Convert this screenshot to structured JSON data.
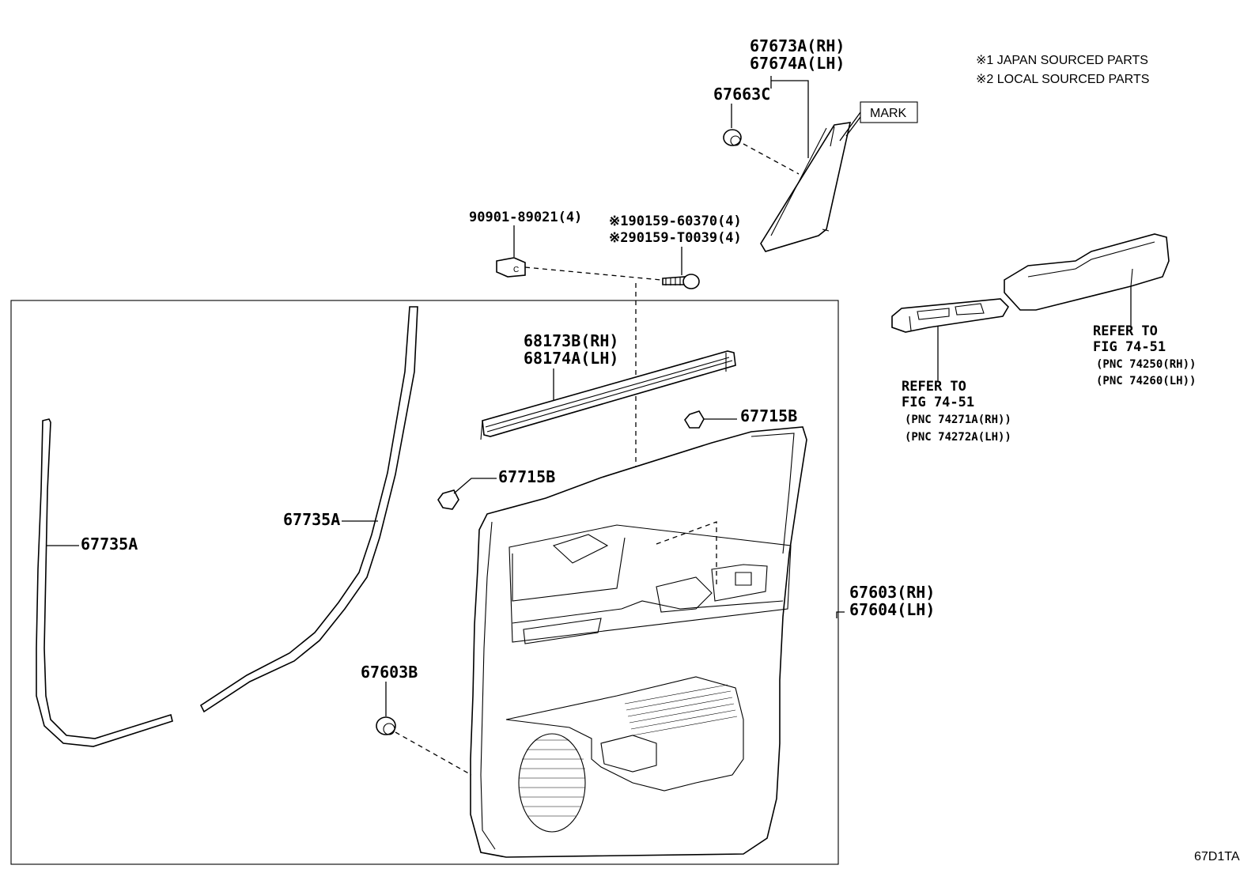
{
  "notes": {
    "japan": "※1 JAPAN SOURCED PARTS",
    "local": "※2 LOCAL SOURCED PARTS"
  },
  "labels": {
    "p67673a": "67673A(RH)",
    "p67674a": "67674A(LH)",
    "p67663c": "67663C",
    "mark": "MARK",
    "p90901": "90901-89021(4)",
    "p90159_1": "※190159-60370(4)",
    "p90159_2": "※290159-T0039(4)",
    "p68173b": "68173B(RH)",
    "p68174a": "68174A(LH)",
    "p67715b_top": "67715B",
    "p67715b_mid": "67715B",
    "p67735a_right": "67735A",
    "p67735a_left": "67735A",
    "p67603rh": "67603(RH)",
    "p67604lh": "67604(LH)",
    "p67603b": "67603B"
  },
  "references": {
    "switch_base": {
      "refer": "REFER TO",
      "fig": "FIG 74-51",
      "pnc_rh": "(PNC 74271A(RH))",
      "pnc_lh": "(PNC 74272A(LH))"
    },
    "armrest": {
      "refer": "REFER TO",
      "fig": "FIG 74-51",
      "pnc_rh": "(PNC 74250(RH))",
      "pnc_lh": "(PNC 74260(LH))"
    }
  },
  "figure_code": "67D1TA"
}
